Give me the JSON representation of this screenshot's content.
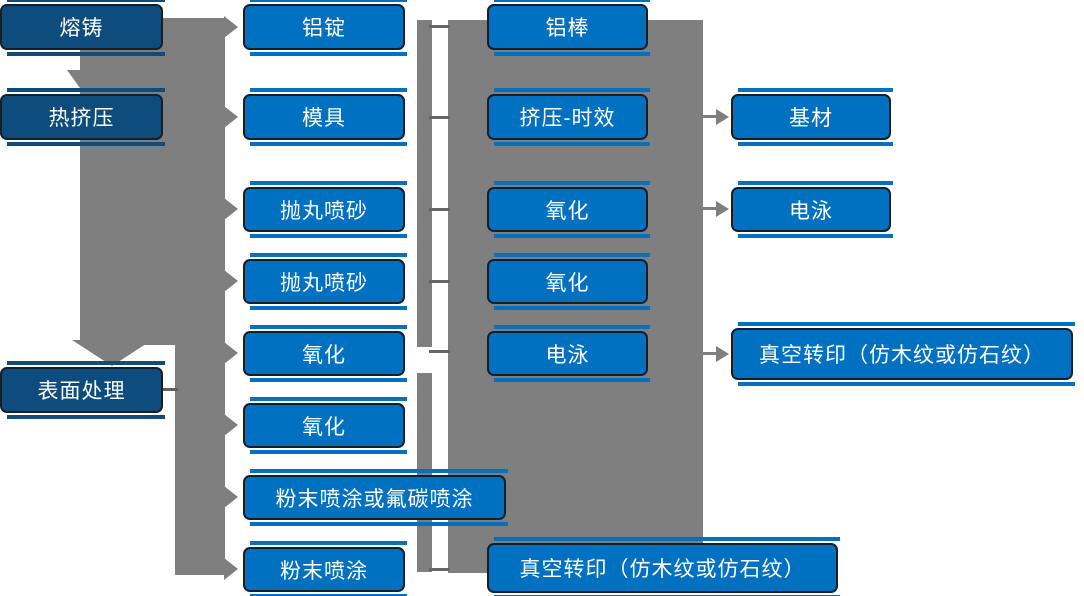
{
  "colors": {
    "node_fill": "#0070C0",
    "stage_fill": "#0E4C7D",
    "node_border": "#151E2B",
    "connector_gray": "#7F7F7F",
    "tick_gray": "#666666",
    "text": "#FFFFFF",
    "background": "#FFFFFF"
  },
  "nodes": {
    "melting_casting": "熔铸",
    "hot_extrusion": "热挤压",
    "surface_treatment": "表面处理",
    "aluminum_ingot": "铝锭",
    "mold": "模具",
    "shot_blast_1": "抛丸喷砂",
    "shot_blast_2": "抛丸喷砂",
    "oxidation_1": "氧化",
    "oxidation_2": "氧化",
    "powder_or_fluorocarbon": "粉末喷涂或氟碳喷涂",
    "powder_coating": "粉末喷涂",
    "aluminum_rod": "铝棒",
    "extrusion_aging": "挤压-时效",
    "oxidation_3": "氧化",
    "oxidation_4": "氧化",
    "electrophoresis_1": "电泳",
    "vacuum_transfer_bottom": "真空转印（仿木纹或仿石纹）",
    "base_material": "基材",
    "electrophoresis_2": "电泳",
    "vacuum_transfer_right": "真空转印（仿木纹或仿石纹）"
  },
  "links": [
    {
      "from": "melting_casting",
      "to": "hot_extrusion"
    },
    {
      "from": "hot_extrusion",
      "to": "surface_treatment"
    },
    {
      "from": "hot_extrusion",
      "to": "aluminum_ingot"
    },
    {
      "from": "hot_extrusion",
      "to": "mold"
    },
    {
      "from": "hot_extrusion",
      "to": "shot_blast_1"
    },
    {
      "from": "hot_extrusion",
      "to": "shot_blast_2"
    },
    {
      "from": "hot_extrusion",
      "to": "oxidation_1"
    },
    {
      "from": "surface_treatment",
      "to": "oxidation_2"
    },
    {
      "from": "surface_treatment",
      "to": "powder_or_fluorocarbon"
    },
    {
      "from": "surface_treatment",
      "to": "powder_coating"
    },
    {
      "from": "aluminum_ingot",
      "to": "aluminum_rod"
    },
    {
      "from": "mold",
      "to": "extrusion_aging"
    },
    {
      "from": "shot_blast_1",
      "to": "oxidation_3"
    },
    {
      "from": "shot_blast_2",
      "to": "oxidation_4"
    },
    {
      "from": "oxidation_1",
      "to": "electrophoresis_1"
    },
    {
      "from": "powder_coating",
      "to": "vacuum_transfer_bottom"
    },
    {
      "from": "extrusion_aging",
      "to": "base_material"
    },
    {
      "from": "oxidation_3",
      "to": "electrophoresis_2"
    },
    {
      "from": "electrophoresis_1",
      "to": "vacuum_transfer_right"
    }
  ]
}
